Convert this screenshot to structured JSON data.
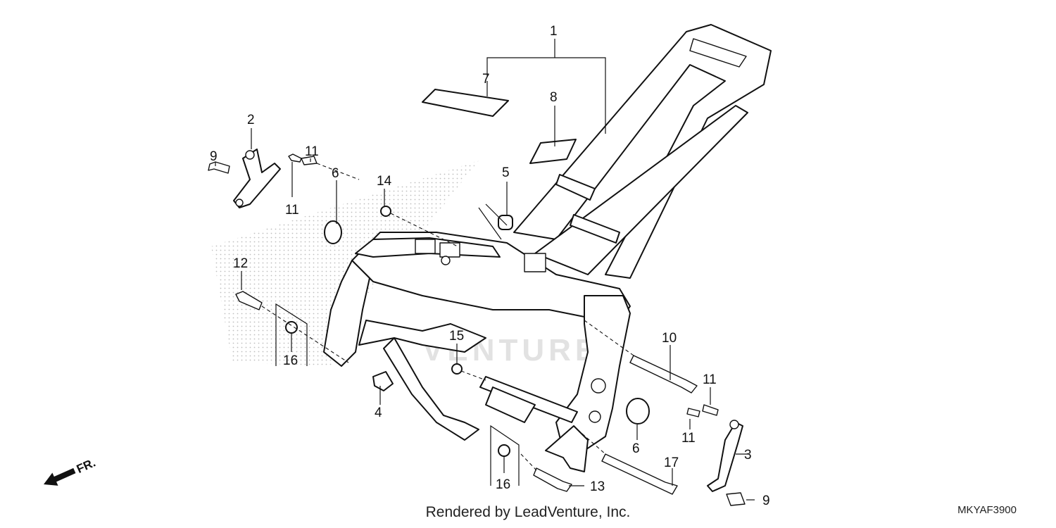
{
  "diagram": {
    "callouts": [
      "1",
      "2",
      "3",
      "4",
      "5",
      "6",
      "6",
      "7",
      "8",
      "9",
      "9",
      "10",
      "11",
      "11",
      "11",
      "11",
      "12",
      "13",
      "14",
      "15",
      "16",
      "16",
      "17"
    ],
    "front_arrow": "FR.",
    "watermark": "VENTURE"
  },
  "footer": {
    "credit": "Rendered by LeadVenture, Inc.",
    "diagram_code": "MKYAF3900"
  }
}
